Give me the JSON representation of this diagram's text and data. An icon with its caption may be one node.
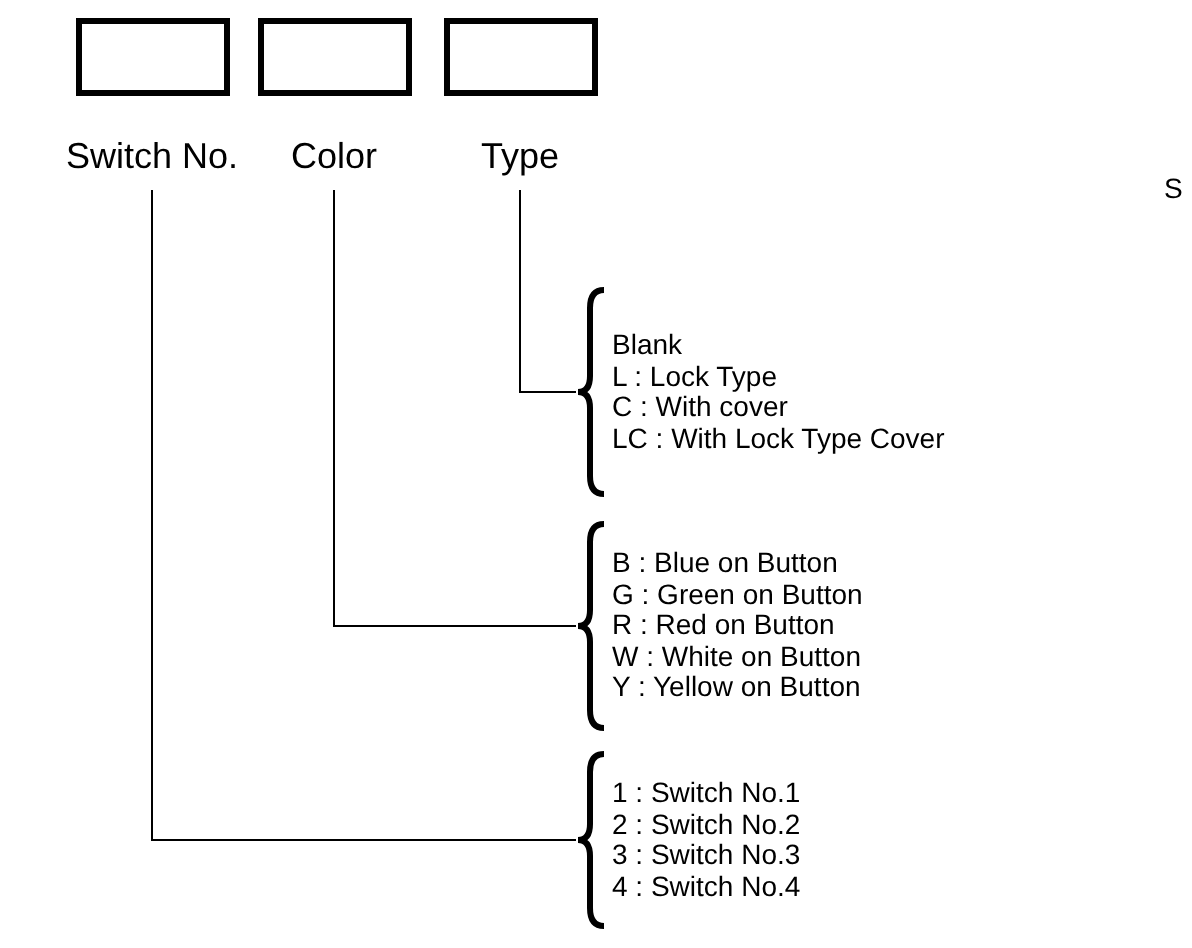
{
  "diagram": {
    "nodes": [
      {
        "text": [],
        "shape": "box",
        "beside": [
          "Switch No."
        ]
      },
      {
        "text": [],
        "shape": "box",
        "beside": [
          "Color"
        ]
      },
      {
        "text": [],
        "shape": "box",
        "beside": [
          "Type"
        ]
      },
      {
        "text": [
          "Blank",
          "L : Lock Type",
          "C : With cover",
          "LC : With Lock Type Cover"
        ]
      },
      {
        "text": [
          "B : Blue on Button",
          "G : Green on Button",
          "R : Red on Button",
          "W : White on Button",
          "Y : Yellow on Button"
        ]
      },
      {
        "text": [
          "1 : Switch No.1",
          "2 : Switch No.2",
          "3 : Switch No.3",
          "4 : Switch No.4"
        ]
      }
    ],
    "edges": [
      {
        "from": 2,
        "to": 3,
        "arrow": "none"
      },
      {
        "from": 1,
        "to": 4,
        "arrow": "none"
      },
      {
        "from": 0,
        "to": 5,
        "arrow": "none"
      }
    ],
    "labels": [
      "S"
    ]
  }
}
